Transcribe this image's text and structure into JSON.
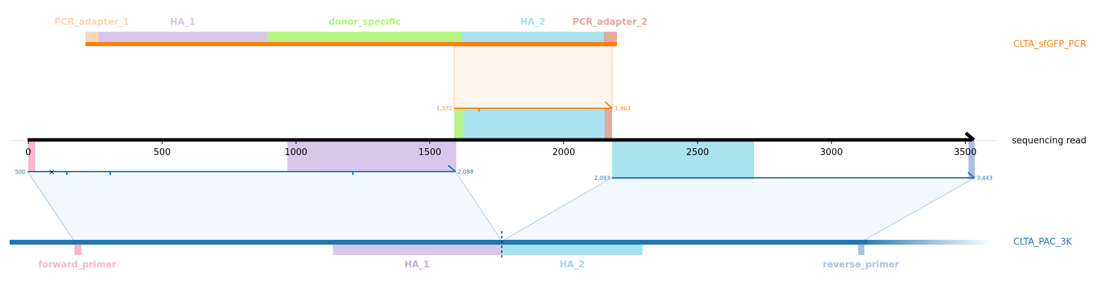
{
  "references": {
    "pcr": {
      "name": "CLTA_sfGFP_PCR",
      "color": "#ff7f0e",
      "features": [
        {
          "name": "PCR_adapter_1",
          "color": "#fbd7b2"
        },
        {
          "name": "HA_1",
          "color": "#d8c7ea"
        },
        {
          "name": "donor_specific",
          "color": "#b6f57f"
        },
        {
          "name": "HA_2",
          "color": "#a9e3ef"
        },
        {
          "name": "PCR_adapter_2",
          "color": "#e2a99d"
        }
      ],
      "alignment": {
        "start_label": "1,372",
        "end_label": "1,963"
      }
    },
    "read": {
      "name": "sequencing read",
      "ticks": [
        "0",
        "500",
        "1000",
        "1500",
        "2000",
        "2500",
        "3000",
        "3500"
      ]
    },
    "pac": {
      "name": "CLTA_PAC_3K",
      "color": "#1f77b4",
      "features": [
        {
          "name": "forward_primer",
          "color": "#f7b6d2"
        },
        {
          "name": "HA_1",
          "color": "#c5b0d5"
        },
        {
          "name": "HA_2",
          "color": "#9edae5"
        },
        {
          "name": "reverse_primer",
          "color": "#aec0de"
        }
      ],
      "alignments": [
        {
          "start_label": "500",
          "end_label": "2,088"
        },
        {
          "start_label": "2,093",
          "end_label": "3,443"
        }
      ]
    }
  }
}
